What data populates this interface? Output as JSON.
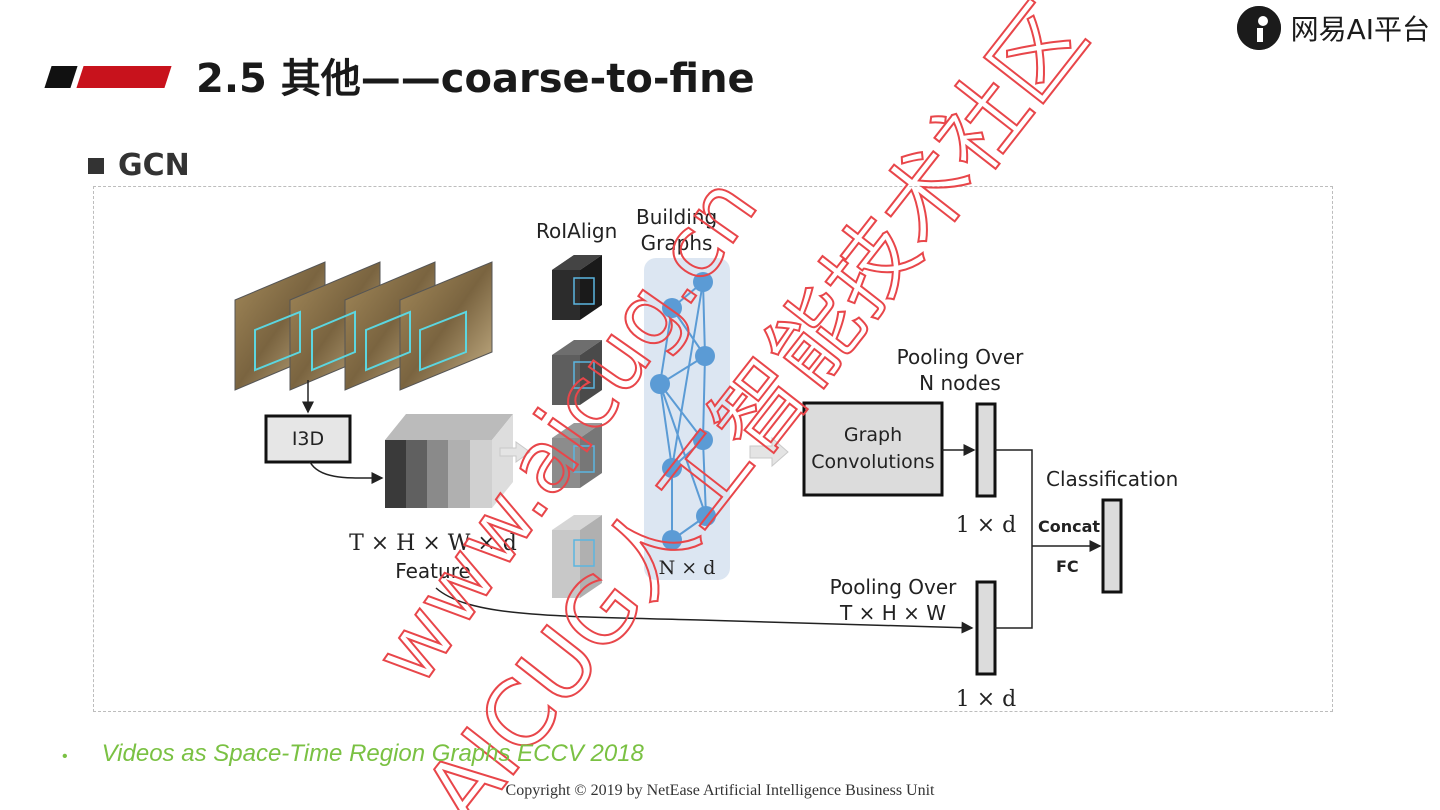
{
  "header": {
    "title": "2.5  其他——coarse-to-fine",
    "logo_text": "网易AI平台",
    "accent_red": "#c8121c"
  },
  "section": {
    "heading": "GCN"
  },
  "diagram": {
    "roialign_label": "RoIAlign",
    "building_graphs_label": "Building\nGraphs",
    "i3d_label": "I3D",
    "feature_dims": "T × H × W × d",
    "feature_label": "Feature",
    "graph_dims": "N × d",
    "graph_conv_label": "Graph\nConvolutions",
    "pool_nodes_label": "Pooling Over\nN nodes",
    "pool_nodes_dims": "1 × d",
    "pool_thw_label": "Pooling Over\nT × H × W",
    "pool_thw_dims": "1 × d",
    "classification_label": "Classification",
    "concat_label": "Concat",
    "fc_label": "FC",
    "node_color": "#5b9bd5",
    "graph_panel_color": "#dce6f2"
  },
  "reference": {
    "bullet": "•",
    "text": "Videos as Space-Time Region Graphs ECCV 2018"
  },
  "footer": {
    "copyright": "Copyright © 2019 by NetEase Artificial Intelligence Business Unit"
  },
  "watermark": {
    "text": "www.aicug.cn",
    "text2": "AICUG人工智能技术社区",
    "color": "#e8464a"
  }
}
